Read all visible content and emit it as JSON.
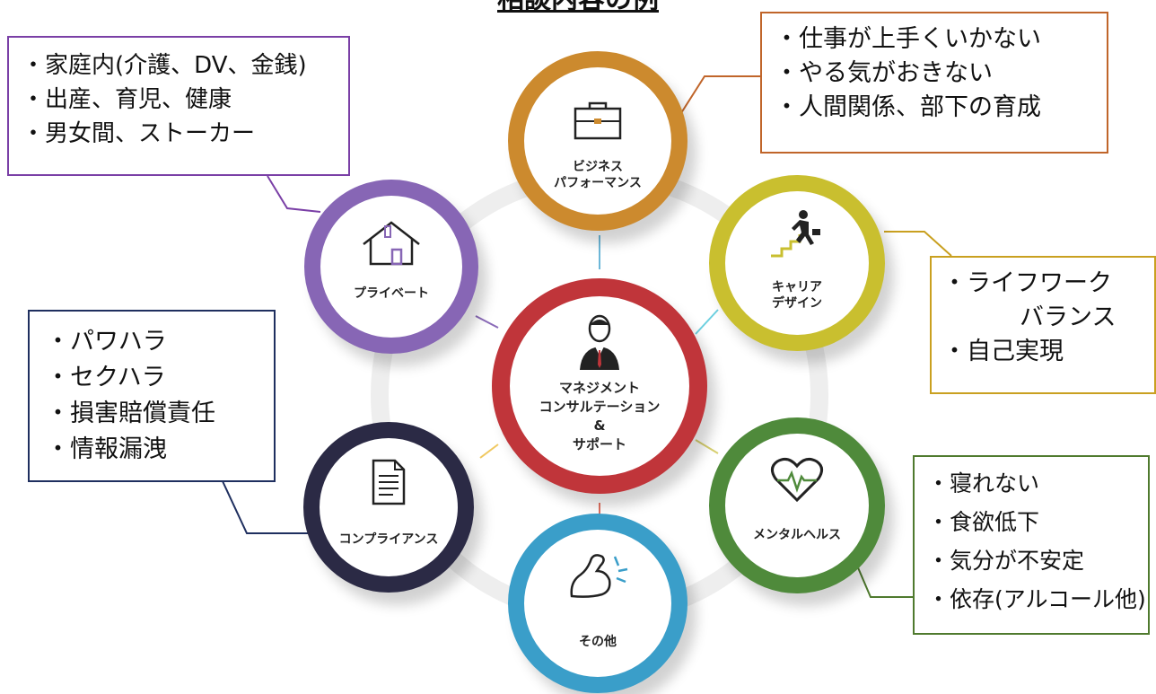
{
  "title": "相談内容の例",
  "center": {
    "lines": [
      "マネジメント",
      "コンサルテーション",
      "&",
      "サポート"
    ],
    "color": "#c0353a",
    "icon": "businessman-icon"
  },
  "nodes": {
    "business": {
      "lines": [
        "ビジネス",
        "パフォーマンス"
      ],
      "color": "#cc8a2e",
      "icon": "briefcase-icon"
    },
    "career": {
      "lines": [
        "キャリア",
        "デザイン"
      ],
      "color": "#c9bf2f",
      "icon": "stair-climber-icon"
    },
    "mental": {
      "lines": [
        "メンタルヘルス"
      ],
      "color": "#4f8a3b",
      "icon": "heartbeat-icon"
    },
    "other": {
      "lines": [
        "その他"
      ],
      "color": "#3a9ec9",
      "icon": "flexed-arm-icon"
    },
    "compliance": {
      "lines": [
        "コンプライアンス"
      ],
      "color": "#2b2a45",
      "icon": "document-icon"
    },
    "private": {
      "lines": [
        "プライベート"
      ],
      "color": "#8766b5",
      "icon": "house-icon"
    }
  },
  "callouts": {
    "business": {
      "border": "#c0652a",
      "items": [
        "・仕事が上手くいかない",
        "・やる気がおきない",
        "・人間関係、部下の育成"
      ]
    },
    "career": {
      "border": "#c9a020",
      "items": [
        "・ライフワーク",
        "バランス",
        "・自己実現"
      ]
    },
    "mental": {
      "border": "#4f7a2e",
      "items": [
        "・寝れない",
        "・食欲低下",
        "・気分が不安定",
        "・依存(アルコール他)"
      ]
    },
    "compliance": {
      "border": "#1f2f5f",
      "items": [
        "・パワハラ",
        "・セクハラ",
        "・損害賠償責任",
        "・情報漏洩"
      ]
    },
    "private": {
      "border": "#7a3fa6",
      "items": [
        "・家庭内(介護、DV、金銭)",
        "・出産、育児、健康",
        "・男女間、ストーカー"
      ]
    }
  }
}
